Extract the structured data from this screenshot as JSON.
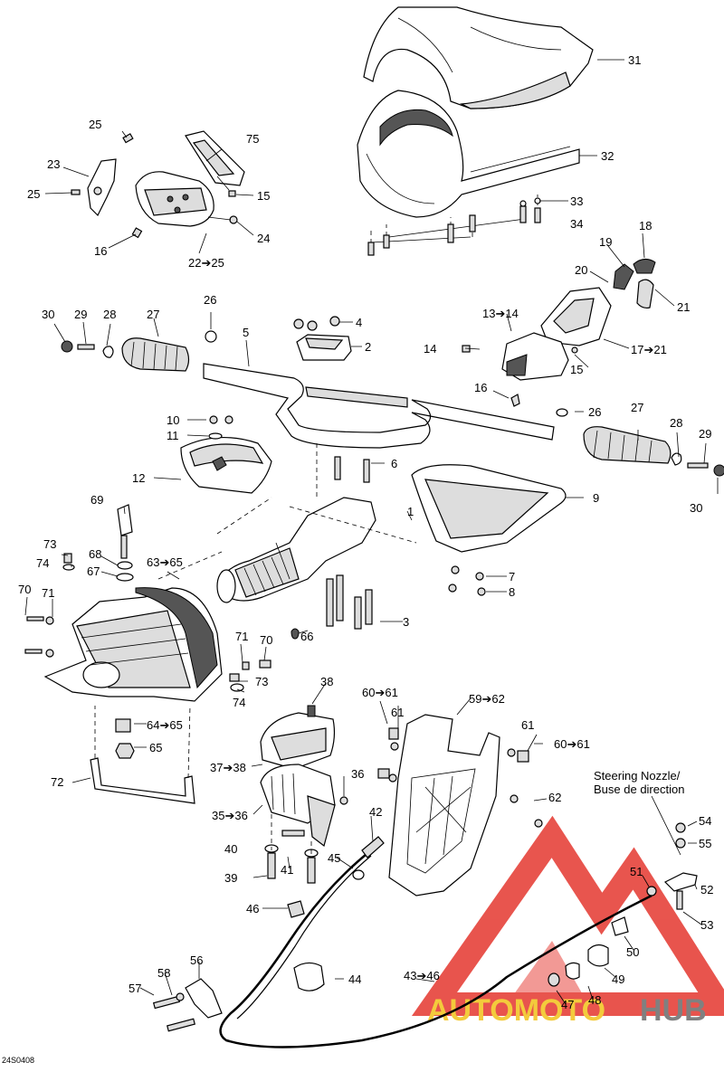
{
  "diagram": {
    "code": "24S0408",
    "nozzle_label_line1": "Steering Nozzle/",
    "nozzle_label_line2": "Buse de direction",
    "watermark": {
      "word1": "AUTOMOTO",
      "word2": "HUB",
      "colors": {
        "red": "#e4372f",
        "yellow": "#f2c21b",
        "gray": "#6b6b6b"
      }
    },
    "callouts": {
      "c31": "31",
      "c32": "32",
      "c33": "33",
      "c34": "34",
      "c18": "18",
      "c19": "19",
      "c20": "20",
      "c21": "21",
      "c17_21": "17➔21",
      "c15b": "15",
      "c13_14": "13➔14",
      "c14": "14",
      "c16b": "16",
      "c25a": "25",
      "c75": "75",
      "c23": "23",
      "c25b": "25",
      "c15a": "15",
      "c24": "24",
      "c16a": "16",
      "c22_25": "22➔25",
      "c30a": "30",
      "c29a": "29",
      "c28a": "28",
      "c27a": "27",
      "c26a": "26",
      "c5": "5",
      "c4": "4",
      "c2": "2",
      "c26b": "26",
      "c27b": "27",
      "c28b": "28",
      "c29b": "29",
      "c30b": "30",
      "c10": "10",
      "c11": "11",
      "c12": "12",
      "c6": "6",
      "c1": "1",
      "c9": "9",
      "c69": "69",
      "c73a": "73",
      "c74a": "74",
      "c68": "68",
      "c67": "67",
      "c63_65": "63➔65",
      "c7": "7",
      "c8": "8",
      "c3": "3",
      "c70a": "70",
      "c71a": "71",
      "c66": "66",
      "c71b": "71",
      "c70b": "70",
      "c73b": "73",
      "c74b": "74",
      "c64_65": "64➔65",
      "c65": "65",
      "c72": "72",
      "c38": "38",
      "c60_61a": "60➔61",
      "c61a": "61",
      "c59_62": "59➔62",
      "c61b": "61",
      "c60_61b": "60➔61",
      "c37_38": "37➔38",
      "c36": "36",
      "c35_36": "35➔36",
      "c62": "62",
      "c42": "42",
      "c40": "40",
      "c41": "41",
      "c45": "45",
      "c39": "39",
      "c46": "46",
      "c54": "54",
      "c55": "55",
      "c51": "51",
      "c52": "52",
      "c53": "53",
      "c50": "50",
      "c56": "56",
      "c58": "58",
      "c57": "57",
      "c44": "44",
      "c43_46": "43➔46",
      "c49": "49",
      "c47": "47",
      "c48": "48"
    }
  }
}
